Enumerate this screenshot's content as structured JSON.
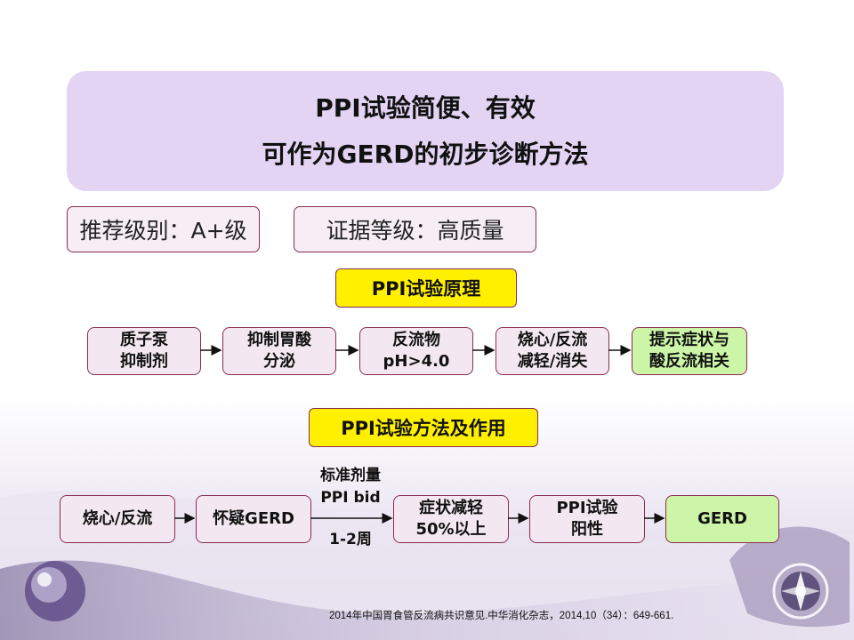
{
  "title": {
    "line1": "PPI试验简便、有效",
    "line2": "可作为GERD的初步诊断方法"
  },
  "grades": {
    "recommendation": "推荐级别：A+级",
    "evidence": "证据等级：高质量"
  },
  "principle": {
    "heading": "PPI试验原理",
    "steps": [
      {
        "line1": "质子泵",
        "line2": "抑制剂"
      },
      {
        "line1": "抑制胃酸",
        "line2": "分泌"
      },
      {
        "line1": "反流物",
        "line2": "pH>4.0"
      },
      {
        "line1": "烧心/反流",
        "line2": "减轻/消失"
      },
      {
        "line1": "提示症状与",
        "line2": "酸反流相关"
      }
    ]
  },
  "method": {
    "heading": "PPI试验方法及作用",
    "steps": [
      {
        "line1": "烧心/反流",
        "line2": ""
      },
      {
        "line1": "怀疑GERD",
        "line2": ""
      },
      {
        "line1": "症状减轻",
        "line2": "50%以上"
      },
      {
        "line1": "PPI试验",
        "line2": "阳性"
      },
      {
        "line1": "GERD",
        "line2": ""
      }
    ],
    "treatment_label": {
      "line1": "标准剂量",
      "line2": "PPI bid",
      "line3": "1-2周"
    }
  },
  "citation": "2014年中国胃食管反流病共识意见.中华消化杂志，2014,10（34）：649-661.",
  "colors": {
    "title_bg": "#e3d4f3",
    "box_border": "#8a2c52",
    "box_fill": "#f3e8f2",
    "highlight_yellow": "#fff000",
    "result_green": "#cdf5a8"
  }
}
